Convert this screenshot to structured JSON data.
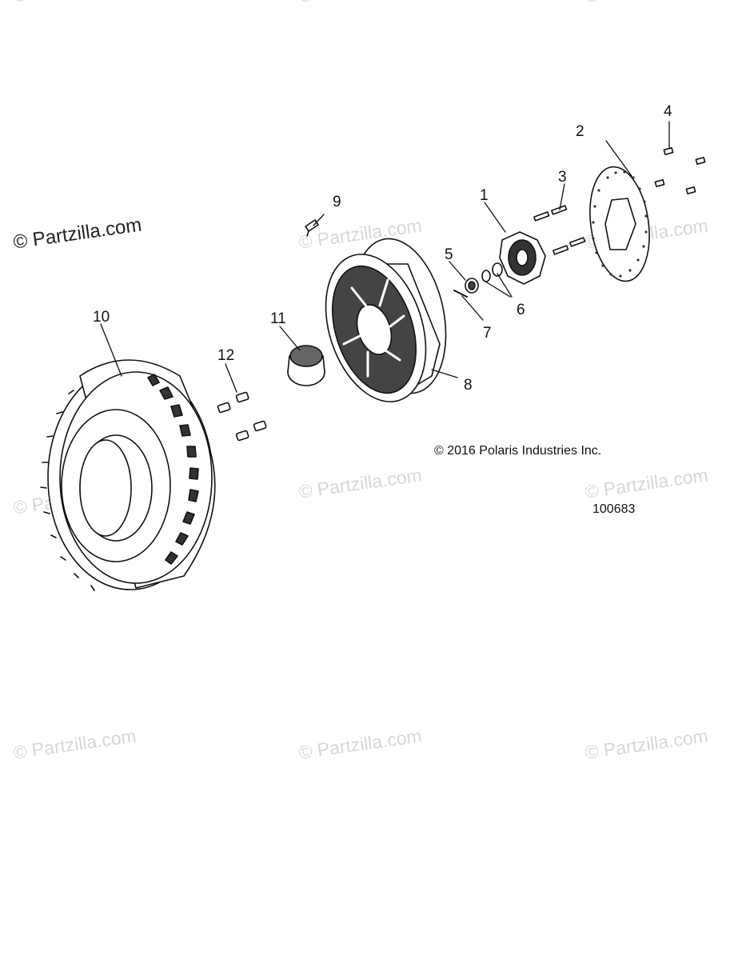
{
  "watermarks": {
    "brand_text": "© Partzilla.com",
    "primary_text": "© Partzilla.com"
  },
  "copyright": "© 2016 Polaris Industries Inc.",
  "part_number": "100683",
  "callouts": [
    "1",
    "2",
    "3",
    "4",
    "5",
    "6",
    "7",
    "8",
    "9",
    "10",
    "11",
    "12"
  ],
  "parts": [
    {
      "ref": "1",
      "icon": "wheel-hub-icon"
    },
    {
      "ref": "2",
      "icon": "brake-disc-icon"
    },
    {
      "ref": "3",
      "icon": "hub-stud-icon"
    },
    {
      "ref": "4",
      "icon": "disc-bolt-icon"
    },
    {
      "ref": "5",
      "icon": "castle-nut-icon"
    },
    {
      "ref": "6",
      "icon": "washer-icon"
    },
    {
      "ref": "7",
      "icon": "cotter-pin-icon"
    },
    {
      "ref": "8",
      "icon": "wheel-rim-icon"
    },
    {
      "ref": "9",
      "icon": "valve-stem-icon"
    },
    {
      "ref": "10",
      "icon": "tire-icon"
    },
    {
      "ref": "11",
      "icon": "center-cap-icon"
    },
    {
      "ref": "12",
      "icon": "lug-nut-icon"
    }
  ],
  "colors": {
    "line": "#111111",
    "watermark": "#b8b8b8",
    "background": "#ffffff"
  }
}
